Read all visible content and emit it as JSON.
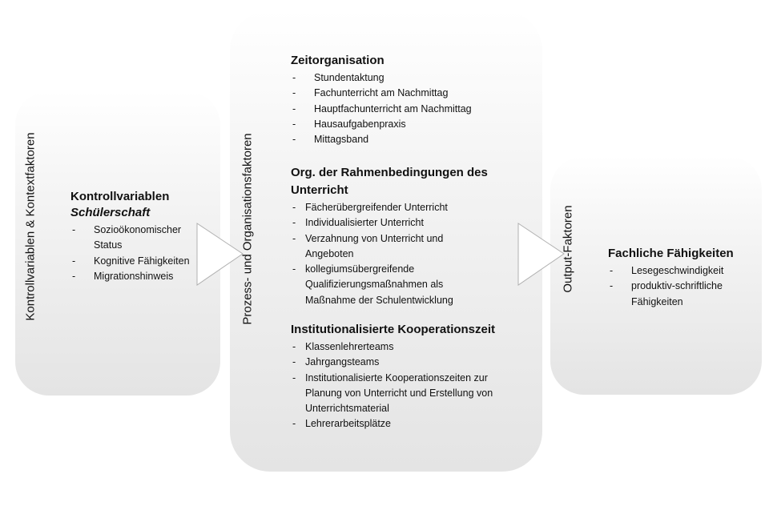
{
  "left": {
    "vertical_label": "Kontrollvariablen & Kontextfaktoren",
    "title": "Kontrollvariablen",
    "subtitle": "Schülerschaft",
    "items": [
      "Sozioökonomischer Status",
      "Kognitive Fähigkeiten",
      "Migrationshinweis"
    ]
  },
  "middle": {
    "vertical_label": "Prozess- und Organisationsfaktoren",
    "sections": [
      {
        "title": "Zeitorganisation",
        "items": [
          "Stundentaktung",
          "Fachunterricht am Nachmittag",
          "Hauptfachunterricht am Nachmittag",
          "Hausaufgabenpraxis",
          "Mittagsband"
        ]
      },
      {
        "title": "Org. der Rahmenbedingungen des Unterricht",
        "items": [
          "Fächerübergreifender Unterricht",
          "Individualisierter Unterricht",
          "Verzahnung von Unterricht und Angeboten",
          "kollegiumsübergreifende Qualifizierungsmaßnahmen als Maßnahme der Schulentwicklung"
        ]
      },
      {
        "title": "Institutionalisierte Kooperationszeit",
        "items": [
          "Klassenlehrerteams",
          "Jahrgangsteams",
          "Institutionalisierte Kooperationszeiten zur Planung von Unterricht und Erstellung von Unterrichtsmaterial",
          "Lehrerarbeitsplätze"
        ]
      }
    ]
  },
  "right": {
    "vertical_label": "Output-Faktoren",
    "title": "Fachliche Fähigkeiten",
    "items": [
      "Lesegeschwindigkeit",
      "produktiv-schriftliche Fähigkeiten"
    ]
  }
}
